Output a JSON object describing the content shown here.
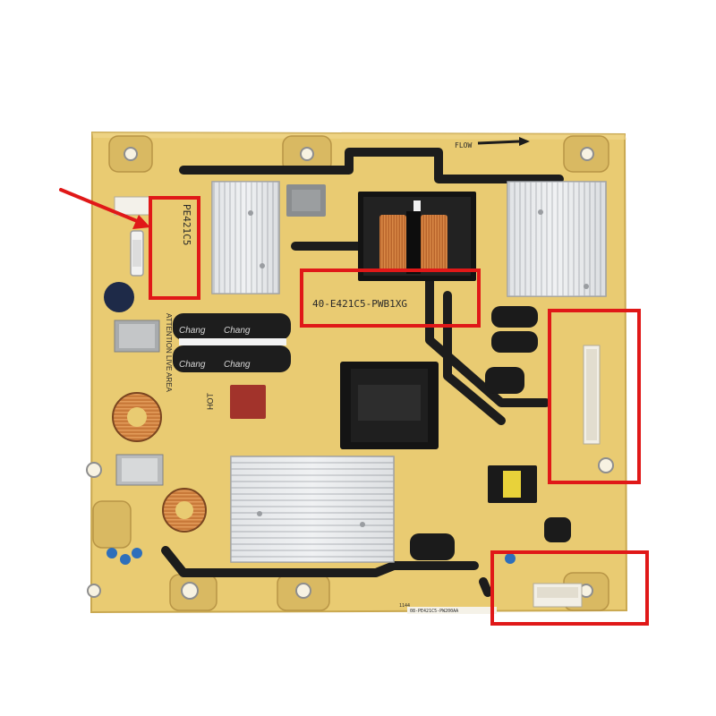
{
  "board": {
    "model_vertical": "PE421C5",
    "part_number": "40-E421C5-PWB1XG",
    "flow_label": "FLOW",
    "hot_label": "HOT",
    "attention_label": "ATTENTION LIVE AREA",
    "capacitor_brand": "Chang",
    "bottom_label": "08-PE421C5-PW200AA",
    "bottom_code": "1144"
  },
  "colors": {
    "pcb": "#e9cb72",
    "trace": "#1c1c1c",
    "highlight": "#e01818"
  }
}
